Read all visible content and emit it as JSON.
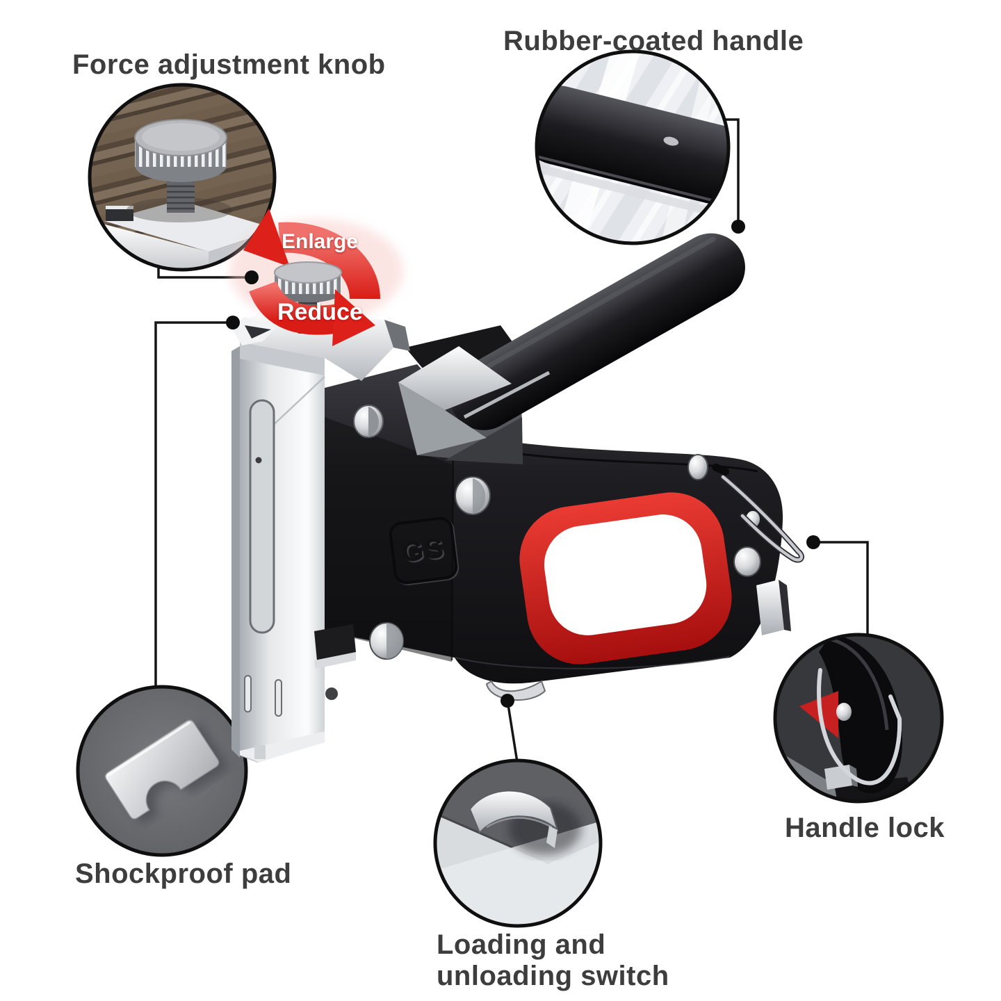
{
  "background": "#ffffff",
  "product": {
    "brand_mark": "GS",
    "grip_accent_color": "#d41b17",
    "body_color": "#17171a",
    "chrome_color": "#d7d9dc"
  },
  "rotation_labels": {
    "enlarge": "Enlarge",
    "reduce": "Reduce",
    "arrow_color": "#df2420"
  },
  "callouts": {
    "force_knob": {
      "label": "Force adjustment knob"
    },
    "handle": {
      "label": "Rubber-coated handle"
    },
    "shockproof": {
      "label": "Shockproof pad"
    },
    "loading": {
      "label_line1": "Loading and",
      "label_line2": "unloading switch"
    },
    "handle_lock": {
      "label": "Handle lock"
    }
  },
  "colors": {
    "label_text": "#3d3d3d",
    "leader_line": "#151515"
  }
}
